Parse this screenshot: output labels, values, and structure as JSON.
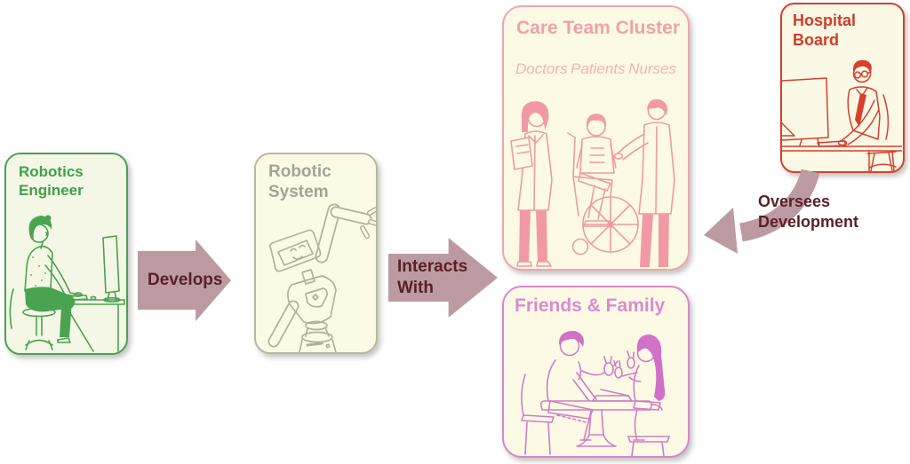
{
  "palette": {
    "page_bg": "#ffffff",
    "card_bg": "#fbf9e4",
    "arrow_fill": "#bc9aa1",
    "arrow_text": "#5a2029",
    "engineer_green": "#3fa04c",
    "system_olive": "#a6a396",
    "care_pink": "#f2a0ab",
    "hospital_red": "#d23b2a",
    "friends_orchid": "#da8bd1"
  },
  "nodes": {
    "robotics_engineer": {
      "title": "Robotics\nEngineer"
    },
    "robotic_system": {
      "title": "Robotic\nSystem"
    },
    "care_team_cluster": {
      "title": "Care Team Cluster",
      "roles": [
        "Doctors",
        "Patients",
        "Nurses"
      ]
    },
    "hospital_board": {
      "title": "Hospital\nBoard"
    },
    "friends_family": {
      "title": "Friends & Family"
    }
  },
  "edges": {
    "develops": {
      "label": "Develops"
    },
    "interacts_with": {
      "label": "Interacts\nWith"
    },
    "oversees_development": {
      "label": "Oversees\nDevelopment"
    }
  }
}
